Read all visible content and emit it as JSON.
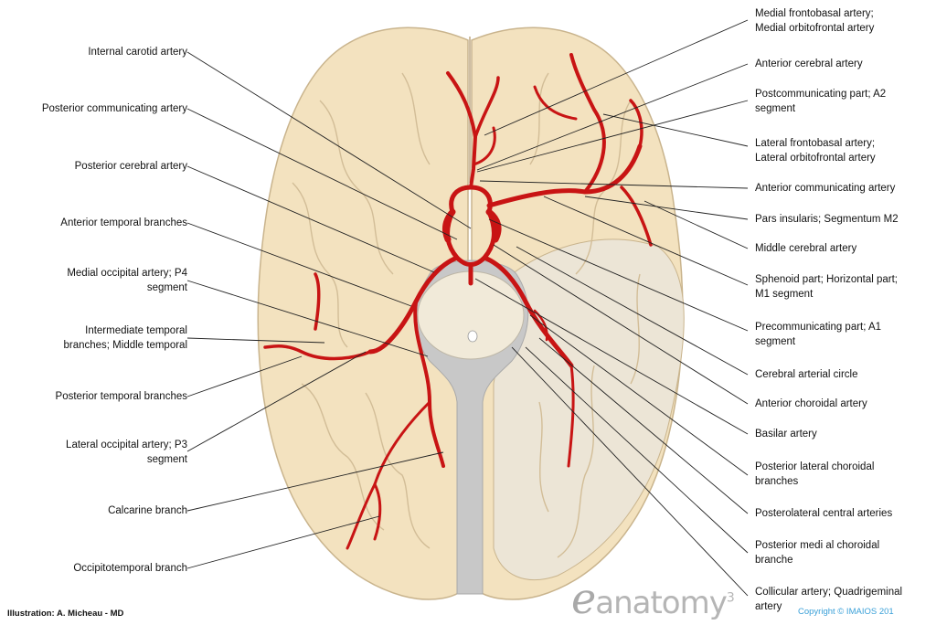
{
  "labels_left": [
    {
      "id": "internal-carotid-artery",
      "lines": [
        "Internal carotid artery"
      ]
    },
    {
      "id": "posterior-communicating-artery",
      "lines": [
        "Posterior communicating artery"
      ]
    },
    {
      "id": "posterior-cerebral-artery",
      "lines": [
        "Posterior cerebral artery"
      ]
    },
    {
      "id": "anterior-temporal-branches",
      "lines": [
        "Anterior temporal branches"
      ]
    },
    {
      "id": "medial-occipital-artery",
      "lines": [
        "Medial occipital artery; P4",
        "segment"
      ]
    },
    {
      "id": "intermediate-temporal-branches",
      "lines": [
        "Intermediate temporal",
        "branches; Middle temporal"
      ]
    },
    {
      "id": "posterior-temporal-branches",
      "lines": [
        "Posterior temporal branches"
      ]
    },
    {
      "id": "lateral-occipital-artery",
      "lines": [
        "Lateral occipital artery; P3",
        "segment"
      ]
    },
    {
      "id": "calcarine-branch",
      "lines": [
        "Calcarine branch"
      ]
    },
    {
      "id": "occipitotemporal-branch",
      "lines": [
        "Occipitotemporal branch"
      ]
    }
  ],
  "labels_right": [
    {
      "id": "medial-frontobasal-artery",
      "lines": [
        "Medial frontobasal artery;",
        "Medial orbitofrontal artery"
      ]
    },
    {
      "id": "anterior-cerebral-artery",
      "lines": [
        "Anterior cerebral artery"
      ]
    },
    {
      "id": "postcommunicating-part",
      "lines": [
        "Postcommunicating part; A2",
        "segment"
      ]
    },
    {
      "id": "lateral-frontobasal-artery",
      "lines": [
        "Lateral frontobasal artery;",
        "Lateral orbitofrontal artery"
      ]
    },
    {
      "id": "anterior-communicating-artery",
      "lines": [
        "Anterior communicating artery"
      ]
    },
    {
      "id": "pars-insularis",
      "lines": [
        "Pars insularis; Segmentum M2"
      ]
    },
    {
      "id": "middle-cerebral-artery",
      "lines": [
        "Middle cerebral artery"
      ]
    },
    {
      "id": "sphenoid-part",
      "lines": [
        "Sphenoid part; Horizontal part;",
        "M1 segment"
      ]
    },
    {
      "id": "precommunicating-part",
      "lines": [
        "Precommunicating part; A1",
        "segment"
      ]
    },
    {
      "id": "cerebral-arterial-circle",
      "lines": [
        "Cerebral arterial circle"
      ]
    },
    {
      "id": "anterior-choroidal-artery",
      "lines": [
        "Anterior choroidal artery"
      ]
    },
    {
      "id": "basilar-artery",
      "lines": [
        "Basilar artery"
      ]
    },
    {
      "id": "posterior-lateral-choroidal-branches",
      "lines": [
        "Posterior lateral choroidal",
        "branches"
      ]
    },
    {
      "id": "posterolateral-central-arteries",
      "lines": [
        "Posterolateral central arteries"
      ]
    },
    {
      "id": "posterior-medial-choroidal-branche",
      "lines": [
        "Posterior medi al choroidal",
        "branche"
      ]
    },
    {
      "id": "collicular-artery",
      "lines": [
        "Collicular artery; Quadrigeminal",
        "artery"
      ]
    }
  ],
  "credit": "Illustration: A. Micheau - MD",
  "logo": {
    "e": "e",
    "text": "anatomy",
    "mark": "3"
  },
  "copyright": "Copyright © IMAIOS 201",
  "colors": {
    "tissue": "#f3e2bf",
    "tissue_stroke": "#c9b48d",
    "artery": "#c81414",
    "leader": "#222222",
    "brainstem": "#c8c8c8"
  }
}
